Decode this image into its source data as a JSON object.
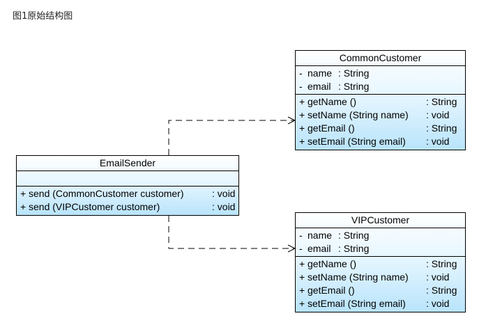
{
  "caption": "图1原始结构图",
  "classes": {
    "email_sender": {
      "name": "EmailSender",
      "attributes": [],
      "methods": [
        {
          "vis": "+",
          "name": "send (CommonCustomer customer)",
          "type": ": void"
        },
        {
          "vis": "+",
          "name": "send (VIPCustomer customer)",
          "type": ": void"
        }
      ]
    },
    "common_customer": {
      "name": "CommonCustomer",
      "attributes": [
        {
          "vis": "-",
          "name": "name",
          "type": ": String"
        },
        {
          "vis": "-",
          "name": "email",
          "type": ": String"
        }
      ],
      "methods": [
        {
          "vis": "+",
          "name": "getName ()",
          "type": ": String"
        },
        {
          "vis": "+",
          "name": "setName (String name)",
          "type": ": void"
        },
        {
          "vis": "+",
          "name": "getEmail ()",
          "type": ": String"
        },
        {
          "vis": "+",
          "name": "setEmail (String email)",
          "type": ": void"
        }
      ]
    },
    "vip_customer": {
      "name": "VIPCustomer",
      "attributes": [
        {
          "vis": "-",
          "name": "name",
          "type": ": String"
        },
        {
          "vis": "-",
          "name": "email",
          "type": ": String"
        }
      ],
      "methods": [
        {
          "vis": "+",
          "name": "getName ()",
          "type": ": String"
        },
        {
          "vis": "+",
          "name": "setName (String name)",
          "type": ": void"
        },
        {
          "vis": "+",
          "name": "getEmail ()",
          "type": ": String"
        },
        {
          "vis": "+",
          "name": "setEmail (String email)",
          "type": ": void"
        }
      ]
    }
  },
  "relations": [
    {
      "from": "EmailSender",
      "to": "CommonCustomer",
      "kind": "dependency"
    },
    {
      "from": "EmailSender",
      "to": "VIPCustomer",
      "kind": "dependency"
    }
  ],
  "colors": {
    "box_top": "#ffffff",
    "box_bottom": "#b9e4fb",
    "line": "#000000"
  }
}
